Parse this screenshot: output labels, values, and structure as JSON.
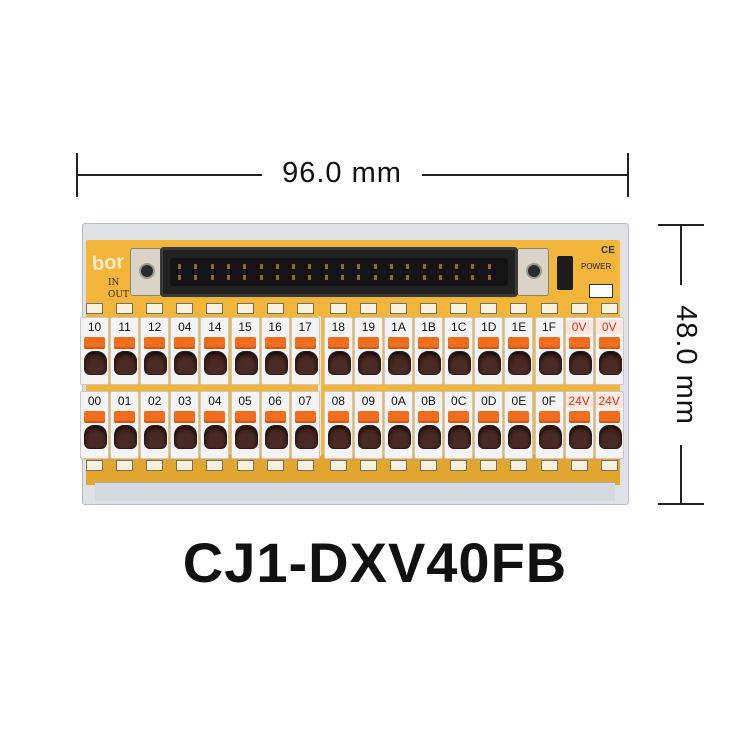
{
  "dimension_width": "96.0 mm",
  "dimension_height": "48.0 mm",
  "model_name": "CJ1-DXV40FB",
  "board": {
    "logo": "bor",
    "in_label": "IN",
    "out_label": "OUT",
    "power_label": "POWER",
    "ce_mark": "CE"
  },
  "top_row": [
    "10",
    "11",
    "12",
    "04",
    "14",
    "15",
    "16",
    "17",
    "18",
    "19",
    "1A",
    "1B",
    "1C",
    "1D",
    "1E",
    "1F",
    "0V",
    "0V"
  ],
  "bottom_row": [
    "00",
    "01",
    "02",
    "03",
    "04",
    "05",
    "06",
    "07",
    "08",
    "09",
    "0A",
    "0B",
    "0C",
    "0D",
    "0E",
    "0F",
    "24V",
    "24V"
  ],
  "colors": {
    "pcb": "#f3b53a",
    "lever": "#f26e1e",
    "power_text": "#d23b1b"
  }
}
